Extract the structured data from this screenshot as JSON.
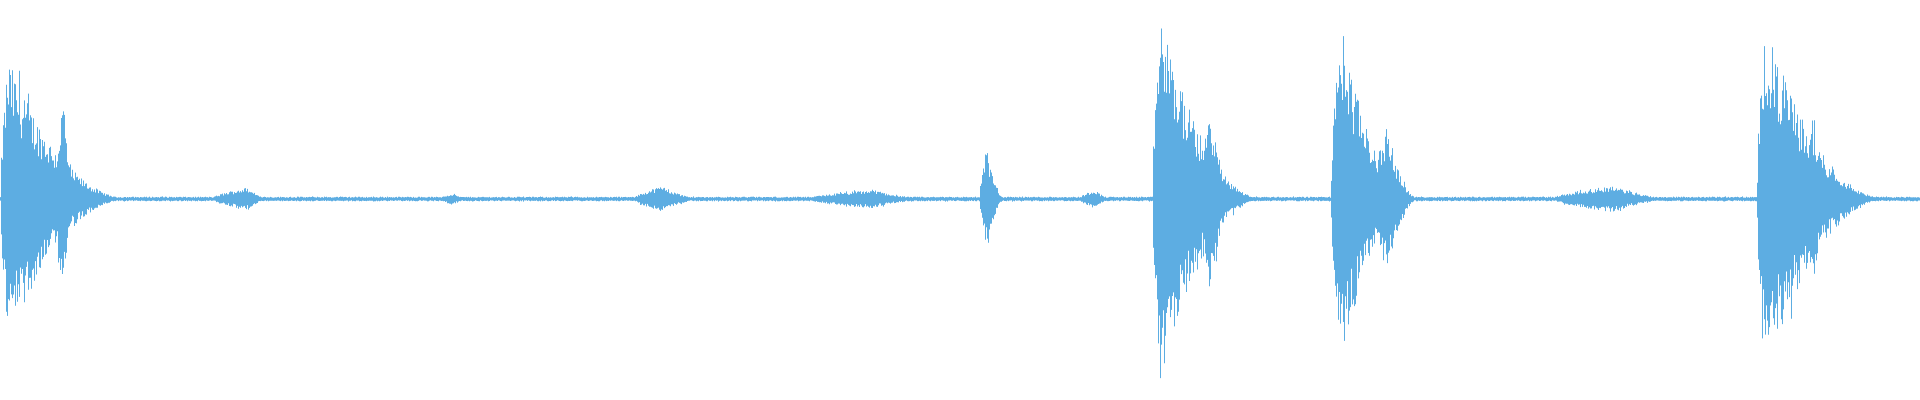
{
  "waveform": {
    "color": "#5DADE2",
    "background": "#ffffff",
    "baseline_amplitude": 0.012,
    "events": [
      {
        "start": 0.0,
        "peak": 0.004,
        "end": 0.07,
        "amplitude": 0.74
      },
      {
        "start": 0.028,
        "peak": 0.033,
        "end": 0.04,
        "amplitude": 0.55
      },
      {
        "start": 0.11,
        "peak": 0.128,
        "end": 0.145,
        "amplitude": 0.06
      },
      {
        "start": 0.228,
        "peak": 0.236,
        "end": 0.246,
        "amplitude": 0.03
      },
      {
        "start": 0.33,
        "peak": 0.345,
        "end": 0.37,
        "amplitude": 0.07
      },
      {
        "start": 0.42,
        "peak": 0.455,
        "end": 0.49,
        "amplitude": 0.05
      },
      {
        "start": 0.51,
        "peak": 0.514,
        "end": 0.524,
        "amplitude": 0.27
      },
      {
        "start": 0.562,
        "peak": 0.57,
        "end": 0.582,
        "amplitude": 0.05
      },
      {
        "start": 0.6,
        "peak": 0.604,
        "end": 0.66,
        "amplitude": 0.95
      },
      {
        "start": 0.625,
        "peak": 0.63,
        "end": 0.645,
        "amplitude": 0.5
      },
      {
        "start": 0.693,
        "peak": 0.698,
        "end": 0.74,
        "amplitude": 0.9
      },
      {
        "start": 0.715,
        "peak": 0.722,
        "end": 0.74,
        "amplitude": 0.4
      },
      {
        "start": 0.808,
        "peak": 0.84,
        "end": 0.88,
        "amplitude": 0.07
      },
      {
        "start": 0.915,
        "peak": 0.919,
        "end": 0.985,
        "amplitude": 0.92
      },
      {
        "start": 0.938,
        "peak": 0.943,
        "end": 0.965,
        "amplitude": 0.45
      }
    ]
  }
}
